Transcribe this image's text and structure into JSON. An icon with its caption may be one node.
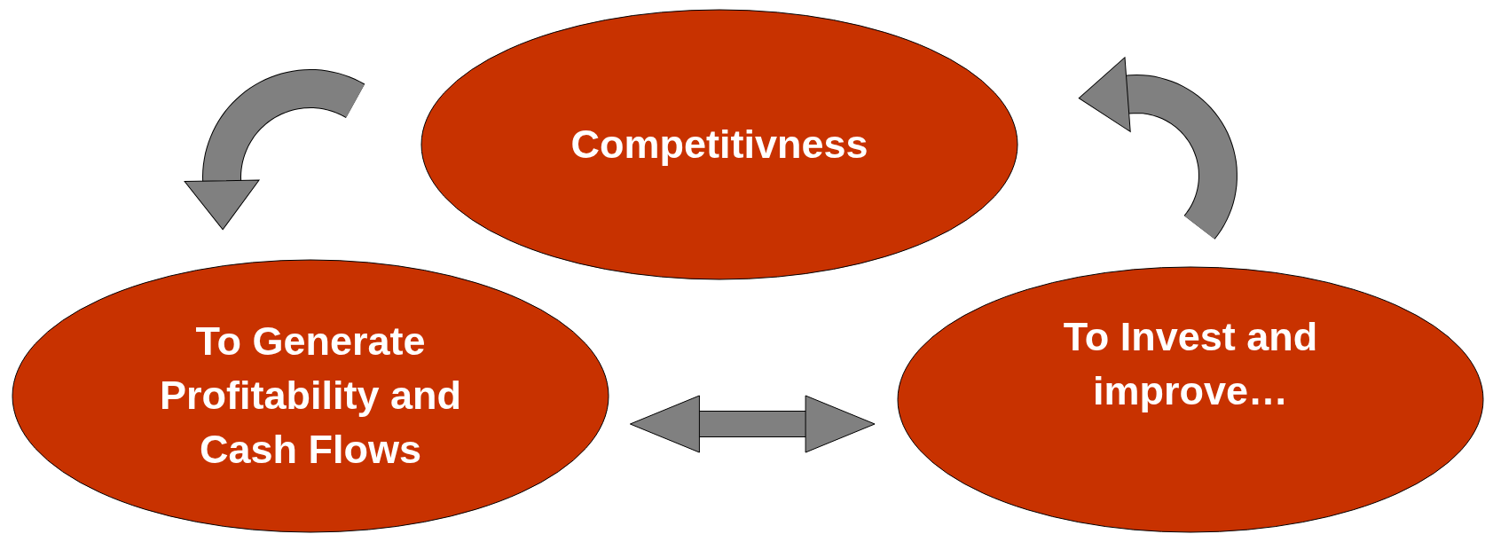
{
  "diagram": {
    "nodes": [
      {
        "text": [
          "Competitivness"
        ]
      },
      {
        "text": [
          "To Generate Profitability and Cash Flows"
        ]
      },
      {
        "text": [
          "To Invest and improve…"
        ]
      }
    ],
    "edges": [
      {
        "from": 0,
        "to": 1,
        "arrow": "to"
      },
      {
        "from": 2,
        "to": 0,
        "arrow": "to"
      },
      {
        "from": 1,
        "to": 2,
        "arrow": "both"
      }
    ]
  }
}
